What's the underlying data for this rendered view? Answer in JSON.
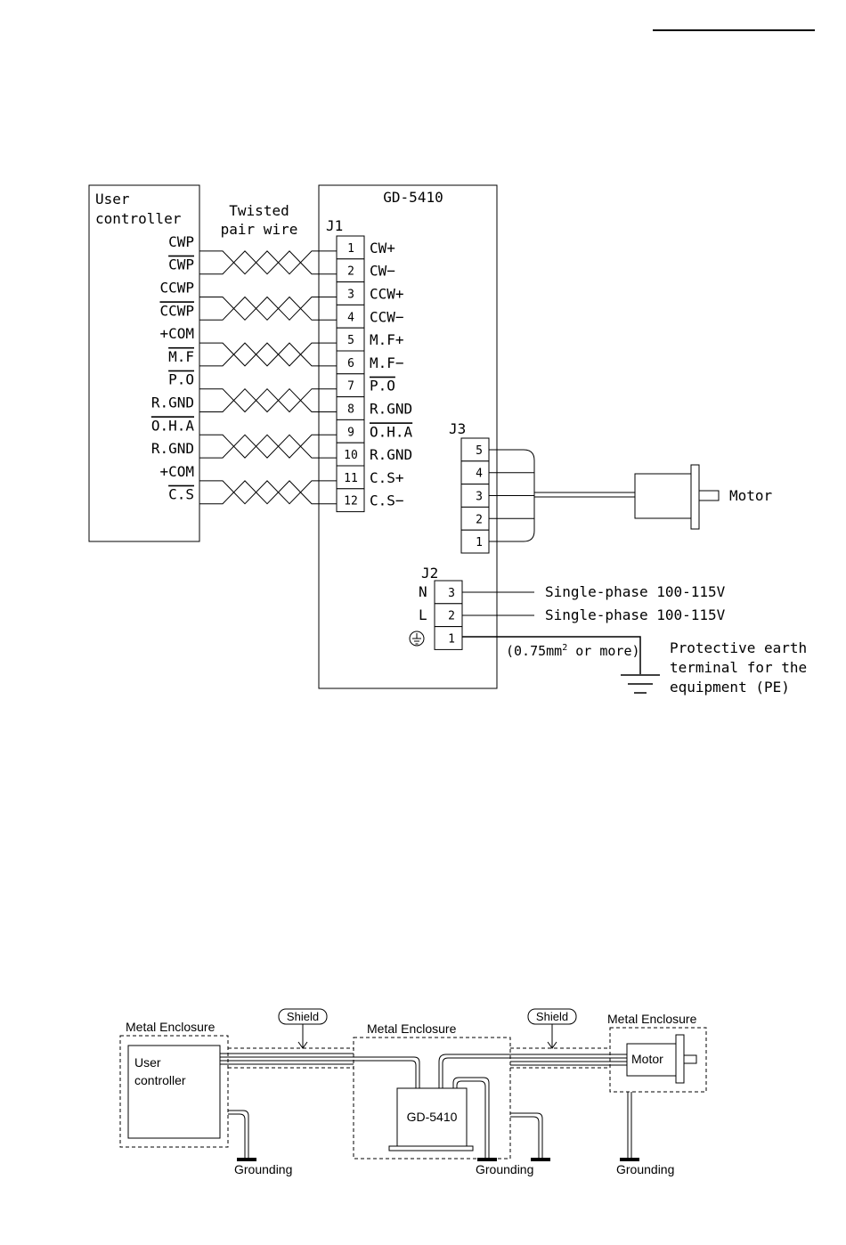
{
  "wiring": {
    "controller_label_1": "User",
    "controller_label_2": "controller",
    "twisted_1": "Twisted",
    "twisted_2": "pair wire",
    "driver_title": "GD-5410",
    "j1_label": "J1",
    "j3_label": "J3",
    "j2_label": "J2",
    "controller_signals": [
      "CWP",
      "CWP",
      "CCWP",
      "CCWP",
      "+COM",
      "M.F",
      "P.O",
      "R.GND",
      "O.H.A",
      "R.GND",
      "+COM",
      "C.S"
    ],
    "controller_overline": [
      false,
      true,
      false,
      true,
      false,
      true,
      true,
      false,
      true,
      false,
      false,
      true
    ],
    "j1_pins": [
      "1",
      "2",
      "3",
      "4",
      "5",
      "6",
      "7",
      "8",
      "9",
      "10",
      "11",
      "12"
    ],
    "j1_signals": [
      "CW+",
      "CW−",
      "CCW+",
      "CCW−",
      "M.F+",
      "M.F−",
      "P.O",
      "R.GND",
      "O.H.A",
      "R.GND",
      "C.S+",
      "C.S−"
    ],
    "j1_overline": [
      false,
      false,
      false,
      false,
      false,
      false,
      true,
      false,
      true,
      false,
      false,
      false
    ],
    "j3_pins": [
      "5",
      "4",
      "3",
      "2",
      "1"
    ],
    "motor_label": "Motor",
    "j2_pins": [
      "3",
      "2",
      "1"
    ],
    "j2_side_labels": [
      "N",
      "L"
    ],
    "supply_1": "Single-phase 100-115V",
    "supply_2": "Single-phase 100-115V",
    "wire_size_pre": "(0.75mm",
    "wire_size_sup": "2",
    "wire_size_post": " or more)",
    "pe_1": "Protective earth",
    "pe_2": "terminal for the",
    "pe_3": "equipment (PE)"
  },
  "grounding": {
    "enclosure_1": "Metal Enclosure",
    "enclosure_2": "Metal Enclosure",
    "enclosure_3": "Metal Enclosure",
    "shield_1": "Shield",
    "shield_2": "Shield",
    "controller_1": "User",
    "controller_2": "controller",
    "driver": "GD-5410",
    "motor": "Motor",
    "ground_1": "Grounding",
    "ground_2": "Grounding",
    "ground_3": "Grounding"
  }
}
